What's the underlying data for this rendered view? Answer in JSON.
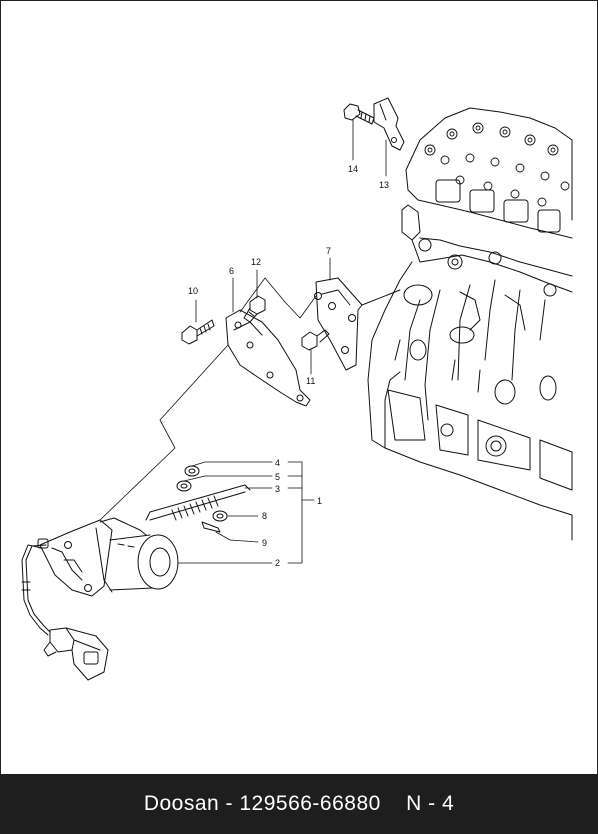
{
  "diagram": {
    "callouts": {
      "c1": "1",
      "c2": "2",
      "c3": "3",
      "c4": "4",
      "c5": "5",
      "c6": "6",
      "c7": "7",
      "c8": "8",
      "c9": "9",
      "c10": "10",
      "c11": "11",
      "c12": "12",
      "c13": "13",
      "c14": "14"
    }
  },
  "footer": {
    "text": "Doosan - 129566-66880    N - 4"
  },
  "colors": {
    "line": "#111111",
    "footer_bg": "#1e1e1e",
    "footer_text": "#ffffff"
  }
}
